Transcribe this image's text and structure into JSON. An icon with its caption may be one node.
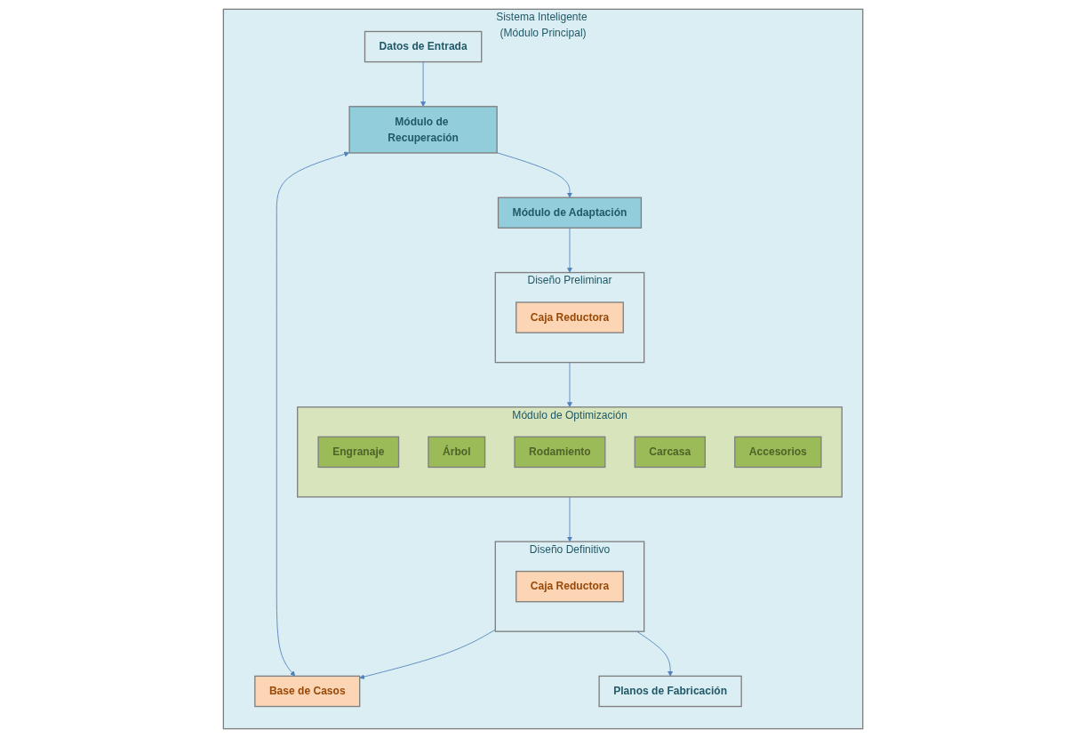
{
  "diagram": {
    "nodes": [
      {
        "text": [
          "Sistema Inteligente (Módulo Principal)"
        ]
      },
      {
        "text": [
          "Datos de Entrada"
        ],
        "in": 0
      },
      {
        "text": [
          "Módulo de Recuperación"
        ],
        "in": 0
      },
      {
        "text": [
          "Módulo de Adaptación"
        ],
        "in": 0
      },
      {
        "text": [
          "Diseño Preliminar"
        ],
        "in": 0
      },
      {
        "text": [
          "Caja Reductora"
        ],
        "in": 4
      },
      {
        "text": [
          "Módulo de Optimización"
        ],
        "in": 0
      },
      {
        "text": [
          "Engranaje"
        ],
        "in": 6
      },
      {
        "text": [
          "Árbol"
        ],
        "in": 6
      },
      {
        "text": [
          "Rodamiento"
        ],
        "in": 6
      },
      {
        "text": [
          "Carcasa"
        ],
        "in": 6
      },
      {
        "text": [
          "Accesorios"
        ],
        "in": 6
      },
      {
        "text": [
          "Base de Casos"
        ],
        "in": 0
      },
      {
        "text": [
          "Diseño Definitivo"
        ],
        "in": 0
      },
      {
        "text": [
          "Caja Reductora"
        ],
        "in": 13
      },
      {
        "text": [
          "Planos de Fabricación"
        ],
        "in": 0
      }
    ],
    "edges": [
      {
        "from": 1,
        "to": 2,
        "arrow": "to"
      },
      {
        "from": 2,
        "to": 3,
        "arrow": "to"
      },
      {
        "from": 3,
        "to": 4,
        "arrow": "to"
      },
      {
        "from": 4,
        "to": 6,
        "arrow": "to"
      },
      {
        "from": 2,
        "to": 12,
        "arrow": "both"
      },
      {
        "from": 13,
        "to": 12,
        "arrow": "to"
      },
      {
        "from": 6,
        "to": 13,
        "arrow": "to"
      },
      {
        "from": 13,
        "to": 15,
        "arrow": "to"
      }
    ]
  }
}
